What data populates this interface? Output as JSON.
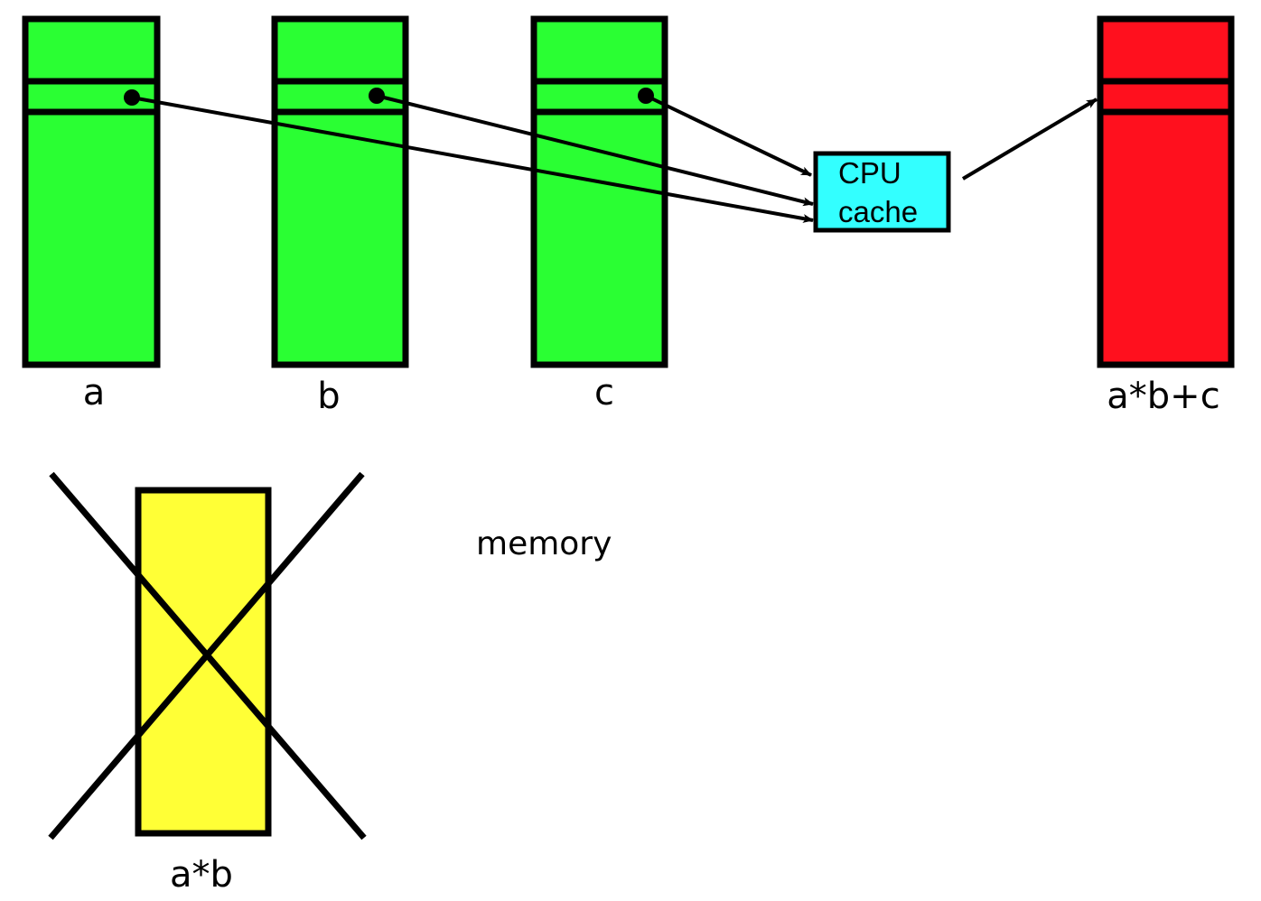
{
  "colors": {
    "input_array": "#2aff33",
    "output_array": "#ff101e",
    "temporary_array": "#ffff36",
    "cache": "#33ffff",
    "stroke": "#000000",
    "background": "#ffffff"
  },
  "arrays": {
    "a": {
      "label": "a"
    },
    "b": {
      "label": "b"
    },
    "c": {
      "label": "c"
    },
    "result": {
      "label": "a*b+c"
    },
    "temp": {
      "label": "a*b"
    }
  },
  "cache": {
    "line1": "CPU",
    "line2": "cache"
  },
  "memory_label": "memory"
}
